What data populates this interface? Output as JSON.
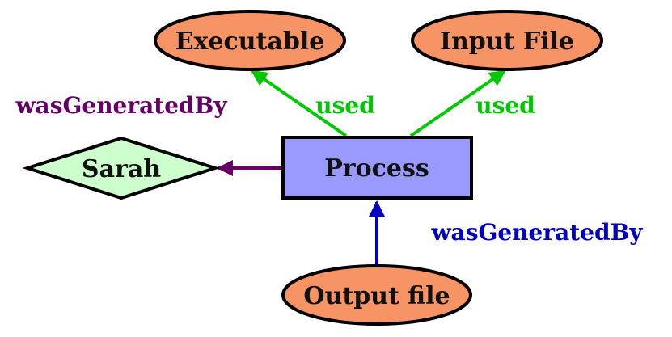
{
  "nodes": {
    "executable": {
      "label": "Executable",
      "shape": "ellipse",
      "fill": "#F79465"
    },
    "input_file": {
      "label": "Input File",
      "shape": "ellipse",
      "fill": "#F79465"
    },
    "process": {
      "label": "Process",
      "shape": "rectangle",
      "fill": "#9999FF"
    },
    "sarah": {
      "label": "Sarah",
      "shape": "diamond",
      "fill": "#CCFFCC"
    },
    "output_file": {
      "label": "Output file",
      "shape": "ellipse",
      "fill": "#F79465"
    }
  },
  "edges": {
    "used_executable": {
      "label": "used",
      "from": "Process",
      "to": "Executable",
      "color": "#00C800"
    },
    "used_input": {
      "label": "used",
      "from": "Process",
      "to": "Input File",
      "color": "#00C800"
    },
    "generated_by_sarah": {
      "label": "wasGeneratedBy",
      "from": "Process",
      "to": "Sarah",
      "color": "#660066"
    },
    "generated_by_process": {
      "label": "wasGeneratedBy",
      "from": "Output file",
      "to": "Process",
      "color": "#0000C0"
    }
  }
}
